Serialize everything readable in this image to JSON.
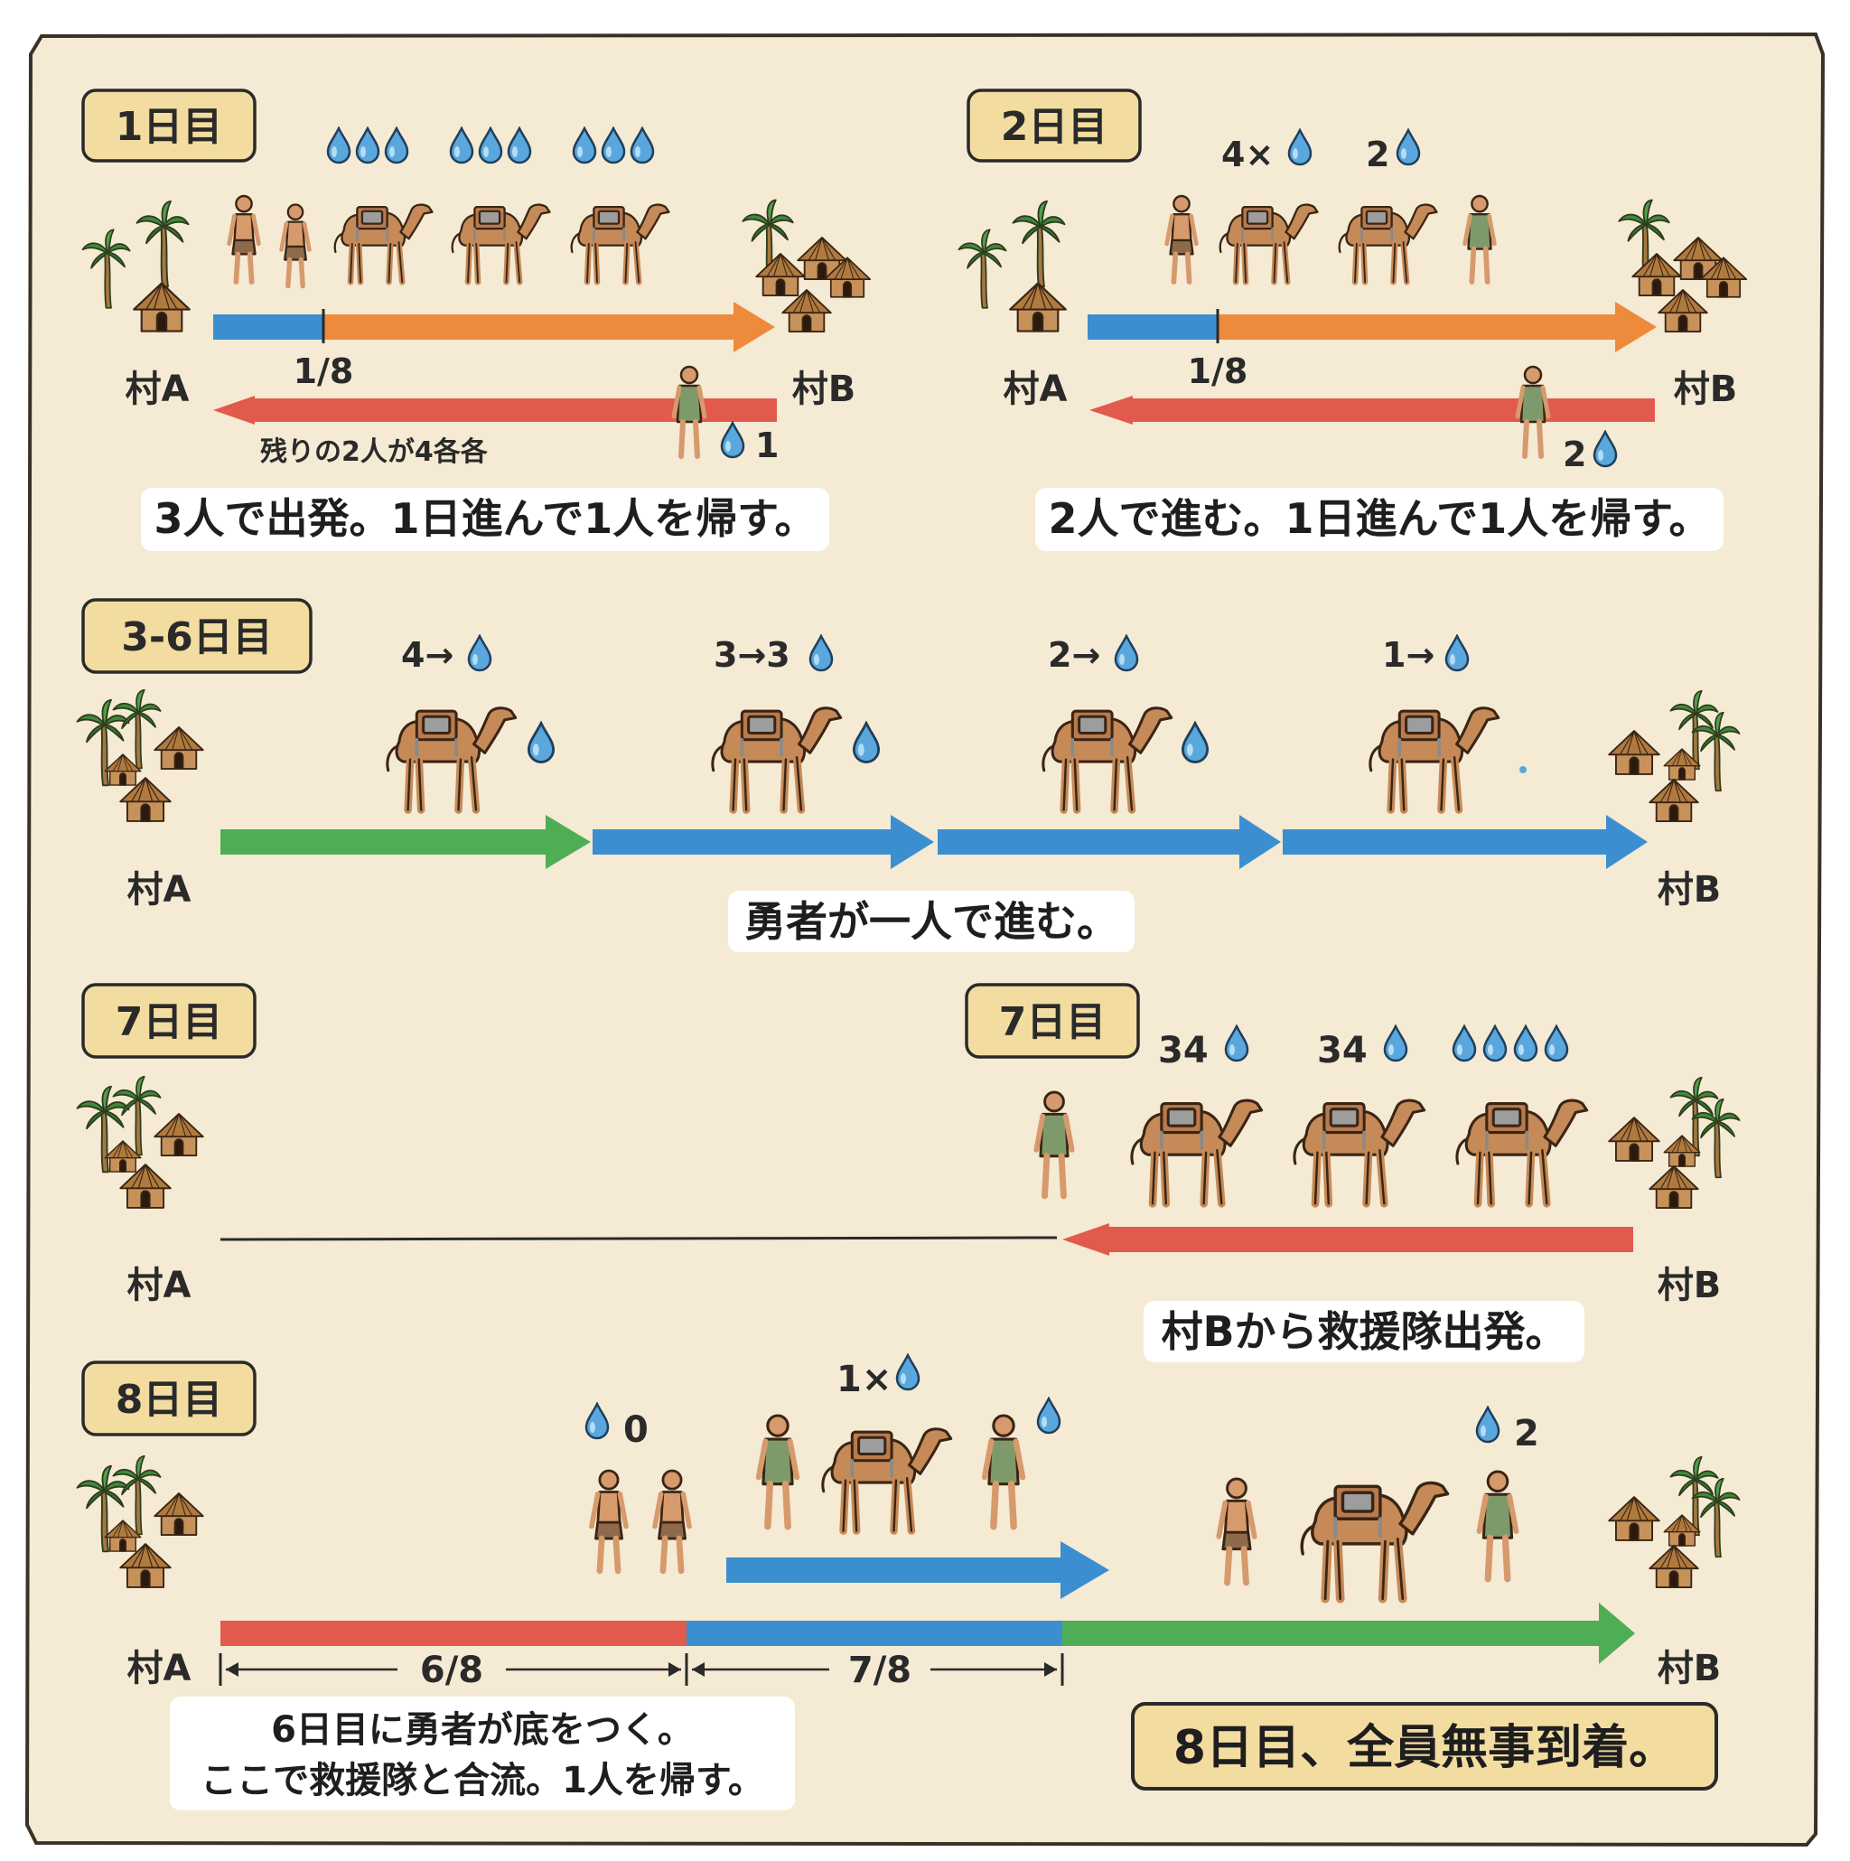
{
  "panels": {
    "day1": {
      "badge": "1日目",
      "left_village": "村A",
      "right_village": "村B",
      "split_label": "1/8",
      "note": "残りの2人が4各各",
      "return_water": "1",
      "caption": "3人で出発。1日進んで1人を帰す。"
    },
    "day2": {
      "badge": "2日目",
      "left_village": "村A",
      "right_village": "村B",
      "split_label": "1/8",
      "water_a": "4×",
      "water_b": "2",
      "return_water": "2",
      "caption": "2人で進む。1日進んで1人を帰す。"
    },
    "day3_6": {
      "badge": "3-6日目",
      "left_village": "村A",
      "right_village": "村B",
      "step_labels": [
        "4→",
        "3→3",
        "2→",
        "1→"
      ],
      "caption": "勇者が一人で進む。"
    },
    "day7_left": {
      "badge": "7日目",
      "left_village": "村A"
    },
    "day7_right": {
      "badge": "7日目",
      "right_village": "村B",
      "water_labels": [
        "34",
        "34"
      ],
      "caption": "村Bから救援隊出発。"
    },
    "day8": {
      "badge": "8日目",
      "left_village": "村A",
      "right_village": "村B",
      "water_zero": "0",
      "water_one": "1×",
      "water_two": "2",
      "dim_left": "6/8",
      "dim_right": "7/8",
      "caption_line1": "6日目に勇者が底をつく。",
      "caption_line2": "ここで救援隊と合流。1人を帰す。",
      "final": "8日目、全員無事到着。"
    }
  },
  "colors": {
    "parchment": "#f5ead4",
    "border": "#3a3128",
    "badge_fill": "#f3dca0",
    "arrow_blue": "#3b8fd0",
    "arrow_orange": "#ee8a3b",
    "arrow_red": "#e25a4d",
    "arrow_green": "#4fae55",
    "camel": "#c58a58",
    "water": "#5aa7dd"
  }
}
